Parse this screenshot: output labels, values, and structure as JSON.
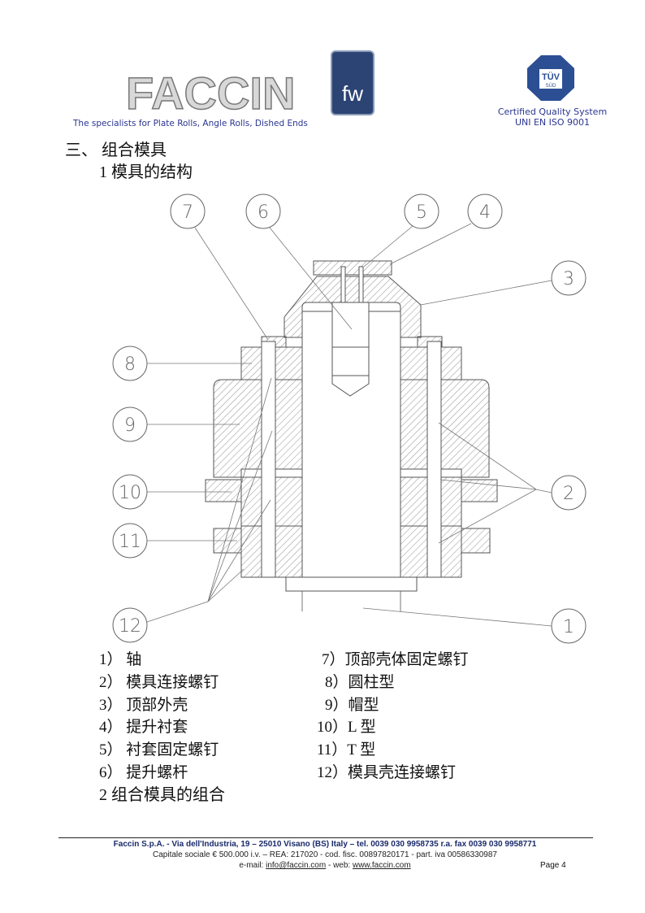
{
  "header": {
    "logo": "FACCIN",
    "logo_mark": "fw",
    "tagline": "The specialists for Plate Rolls, Angle Rolls, Dished Ends",
    "cert_logo": "TÜV SÜD",
    "cert_line1": "Certified Quality System",
    "cert_line2": "UNI EN ISO 9001"
  },
  "section_title": "三、 组合模具",
  "subsection1": "1 模具的结构",
  "diagram": {
    "callouts": [
      "1",
      "2",
      "3",
      "4",
      "5",
      "6",
      "7",
      "8",
      "9",
      "10",
      "11",
      "12"
    ]
  },
  "legend_left": [
    "1） 轴",
    "2） 模具连接螺钉",
    "3） 顶部外壳",
    "4） 提升衬套",
    "5） 衬套固定螺钉",
    "6） 提升螺杆"
  ],
  "legend_right": [
    "7）顶部壳体固定螺钉",
    "8）圆柱型",
    "9）帽型",
    "10）L 型",
    "11）T 型",
    "12）模具壳连接螺钉"
  ],
  "subsection2": "2 组合模具的组合",
  "footer": {
    "line1": "Faccin S.p.A. - Via dell'Industria, 19 – 25010 Visano (BS) Italy – tel. 0039 030 9958735 r.a. fax 0039 030 9958771",
    "line2": "Capitale sociale € 500.000 i.v. – REA: 217020 - cod. fisc. 00897820171 - part. iva 00586330987",
    "email_label": "e-mail: ",
    "email": "info@faccin.com",
    "web_label": " - web: ",
    "web": "www.faccin.com",
    "page": "Page 4"
  }
}
